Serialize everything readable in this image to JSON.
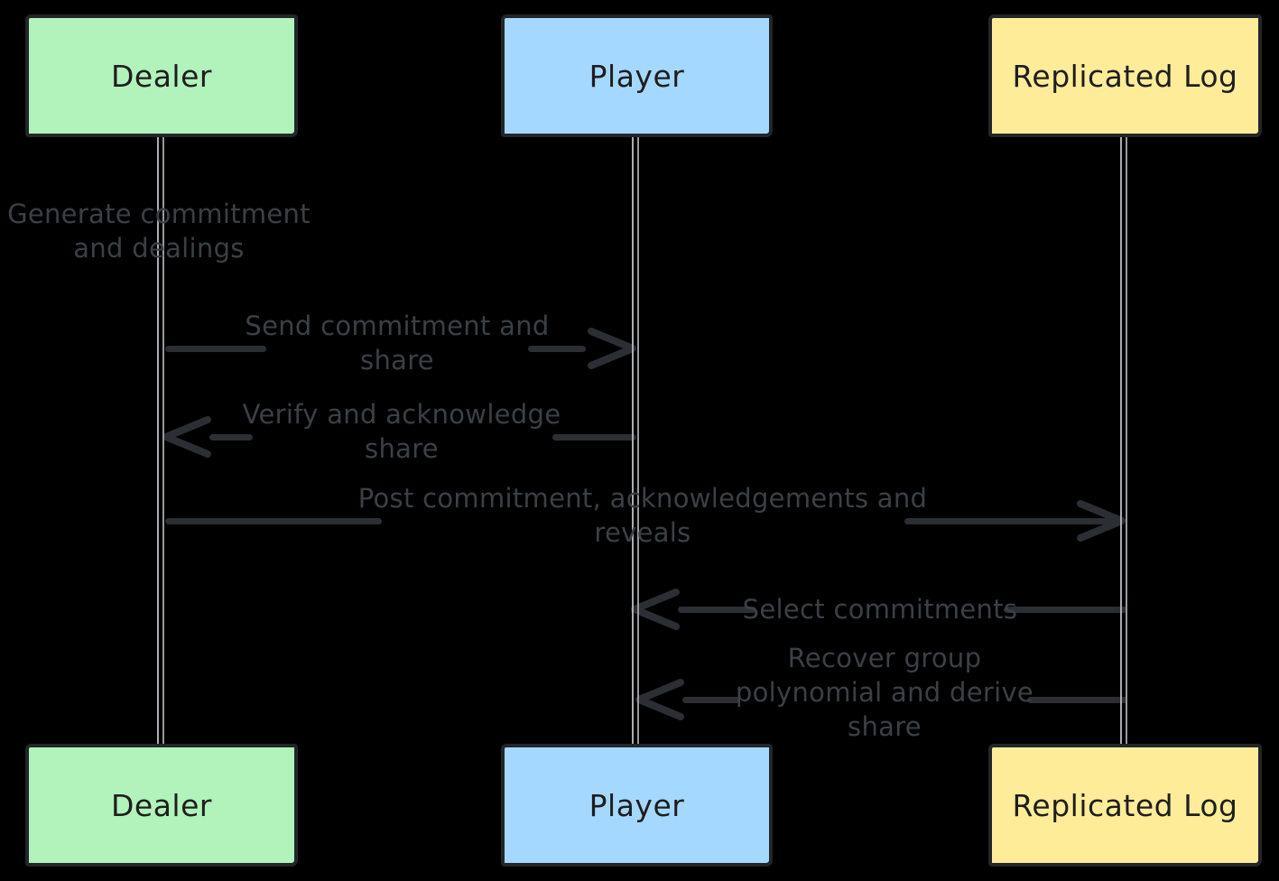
{
  "diagram": {
    "type": "sequence-diagram",
    "background_color": "#000000",
    "actors": [
      {
        "id": "dealer",
        "label": "Dealer",
        "fill_color": "#b2f2bb",
        "border_color": "#222629"
      },
      {
        "id": "player",
        "label": "Player",
        "fill_color": "#a5d8ff",
        "border_color": "#222629"
      },
      {
        "id": "replicated-log",
        "label": "Replicated Log",
        "fill_color": "#ffec99",
        "border_color": "#222629"
      }
    ],
    "messages": [
      {
        "kind": "note",
        "actor": "dealer",
        "text": "Generate commitment and dealings",
        "lines": [
          "Generate commitment",
          "and dealings"
        ]
      },
      {
        "kind": "arrow",
        "from": "dealer",
        "to": "player",
        "direction": "right",
        "text": "Send commitment and share",
        "lines": [
          "Send commitment and",
          "share"
        ]
      },
      {
        "kind": "arrow",
        "from": "player",
        "to": "dealer",
        "direction": "left",
        "text": "Verify and acknowledge share",
        "lines": [
          "Verify and acknowledge",
          "share"
        ]
      },
      {
        "kind": "arrow",
        "from": "dealer",
        "to": "replicated-log",
        "direction": "right",
        "text": "Post commitment, acknowledgements and reveals",
        "lines": [
          "Post commitment, acknowledgements and",
          "reveals"
        ]
      },
      {
        "kind": "arrow",
        "from": "replicated-log",
        "to": "player",
        "direction": "left",
        "text": "Select commitments",
        "lines": [
          "Select commitments"
        ]
      },
      {
        "kind": "arrow",
        "from": "replicated-log",
        "to": "player",
        "direction": "left",
        "text": "Recover group polynomial and derive share",
        "lines": [
          "Recover group",
          "polynomial and derive",
          "share"
        ]
      }
    ],
    "colors": {
      "lifeline": "#a2a6a9",
      "arrow": "#2b2f34",
      "message_text": "#3a4046"
    }
  }
}
